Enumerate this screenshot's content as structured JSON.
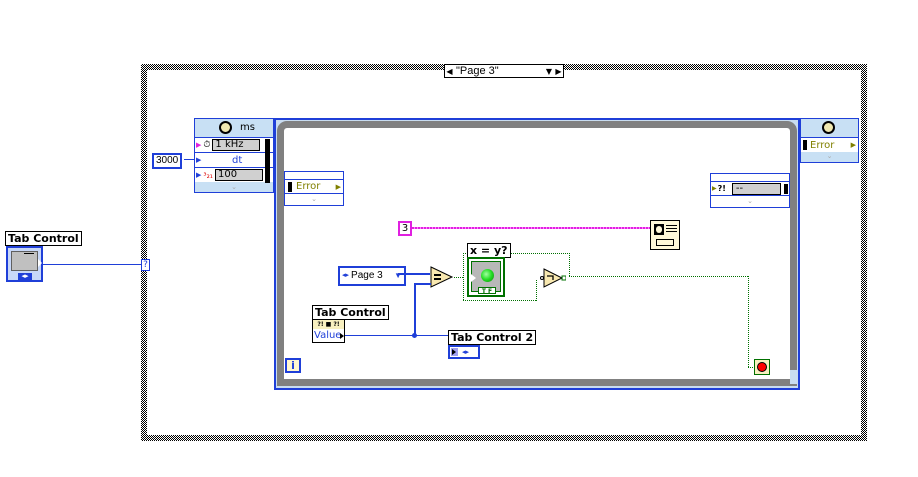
{
  "case_structure": {
    "selector_label": "\"Page 3\"",
    "selector_prev_icon": "◀",
    "selector_next_icon": "▶",
    "selector_dropdown_icon": "▼",
    "selector_terminal_label": "?"
  },
  "tab_control_terminal": {
    "label": "Tab Control",
    "icon": "tab-control-icon"
  },
  "timed_loop": {
    "input_frame": {
      "units": "ms",
      "clock_source": "1 kHz",
      "dt_label": "dt",
      "offset_value": "100",
      "priority_icon": "3 2 1"
    },
    "dt_constant": "3000",
    "error_left": "Error",
    "error_right": "Error",
    "output_frame_error": "Error",
    "left_error_in_label": "Error",
    "right_node_value": "--",
    "right_node_icon": "?!"
  },
  "while_loop": {
    "iteration_terminal": "i",
    "constant_3": "3",
    "ring_constant": "Page 3",
    "compare_label": "x = y?",
    "tf_label": "T F",
    "equal_symbol": "=",
    "not_symbol": "¬",
    "property_node": {
      "label": "Tab Control",
      "property": "Value",
      "header_icons": "?! ■ ?!"
    },
    "tab_control_2": {
      "label": "Tab Control 2"
    }
  },
  "colors": {
    "integer_wire": "#1f3fd8",
    "enum_wire": "#e020e0",
    "boolean_wire": "#007000",
    "loop_border": "#808080",
    "led_on": "#22dd22",
    "stop_red": "#ff0000"
  }
}
